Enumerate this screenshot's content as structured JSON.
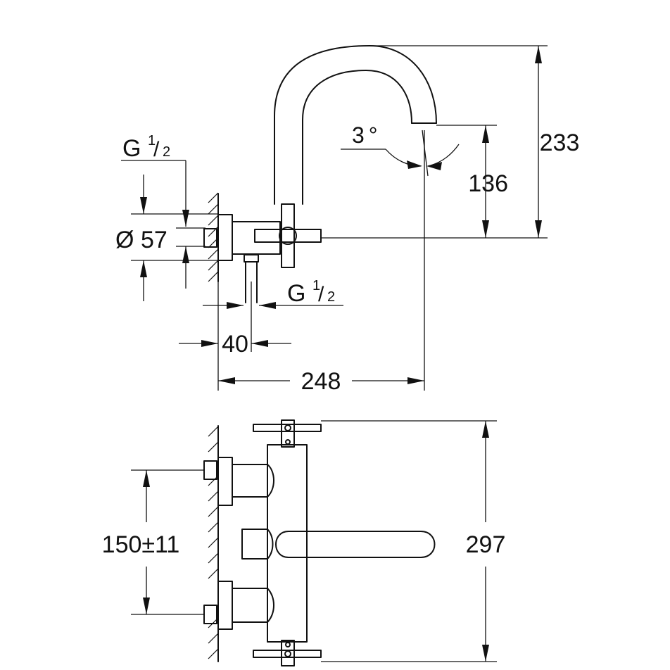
{
  "dimensions": {
    "side_view": {
      "height_total": "233",
      "spout_height": "136",
      "angle_value": "3",
      "angle_unit": "°",
      "body_diameter_symbol": "Ø",
      "body_diameter": "57",
      "depth_outlet": "40",
      "projection": "248",
      "inlet_thread_top": {
        "letter": "G",
        "num": "1",
        "den": "2"
      },
      "inlet_thread_bottom": {
        "letter": "G",
        "num": "1",
        "den": "2"
      }
    },
    "front_view": {
      "centers": "150±11",
      "overall_height": "297"
    }
  }
}
